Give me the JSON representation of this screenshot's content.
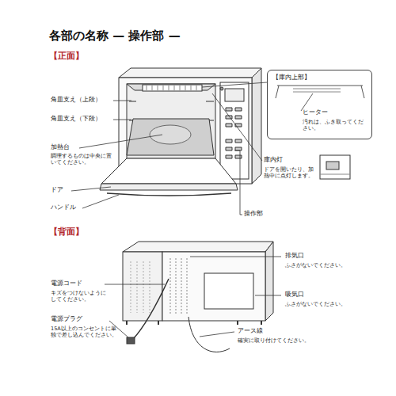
{
  "diagram": {
    "title": "各部の名称 — 操作部 —",
    "nodes": [
      {
        "text": [
          "【庫内上部】",
          "ヒーター",
          "汚れは、ふき取ってください。"
        ]
      }
    ],
    "labels": [
      "【正面】",
      "角皿支え（上段）",
      "角皿支え（下段）",
      "加熱台",
      "調理するものは中央に置いてください。",
      "ドア",
      "ハンドル",
      "操作部",
      "庫内灯",
      "ドアを開いたり、加熱中に点灯します。",
      "【背面】",
      "排気口",
      "ふさがないでください。",
      "電源コード",
      "キズをつけないようにしてください。",
      "吸気口",
      "ふさがないでください。",
      "電源プラグ",
      "15A以上のコンセントに単独で差し込んでください。",
      "アース線",
      "確実に取り付けてください。"
    ]
  }
}
